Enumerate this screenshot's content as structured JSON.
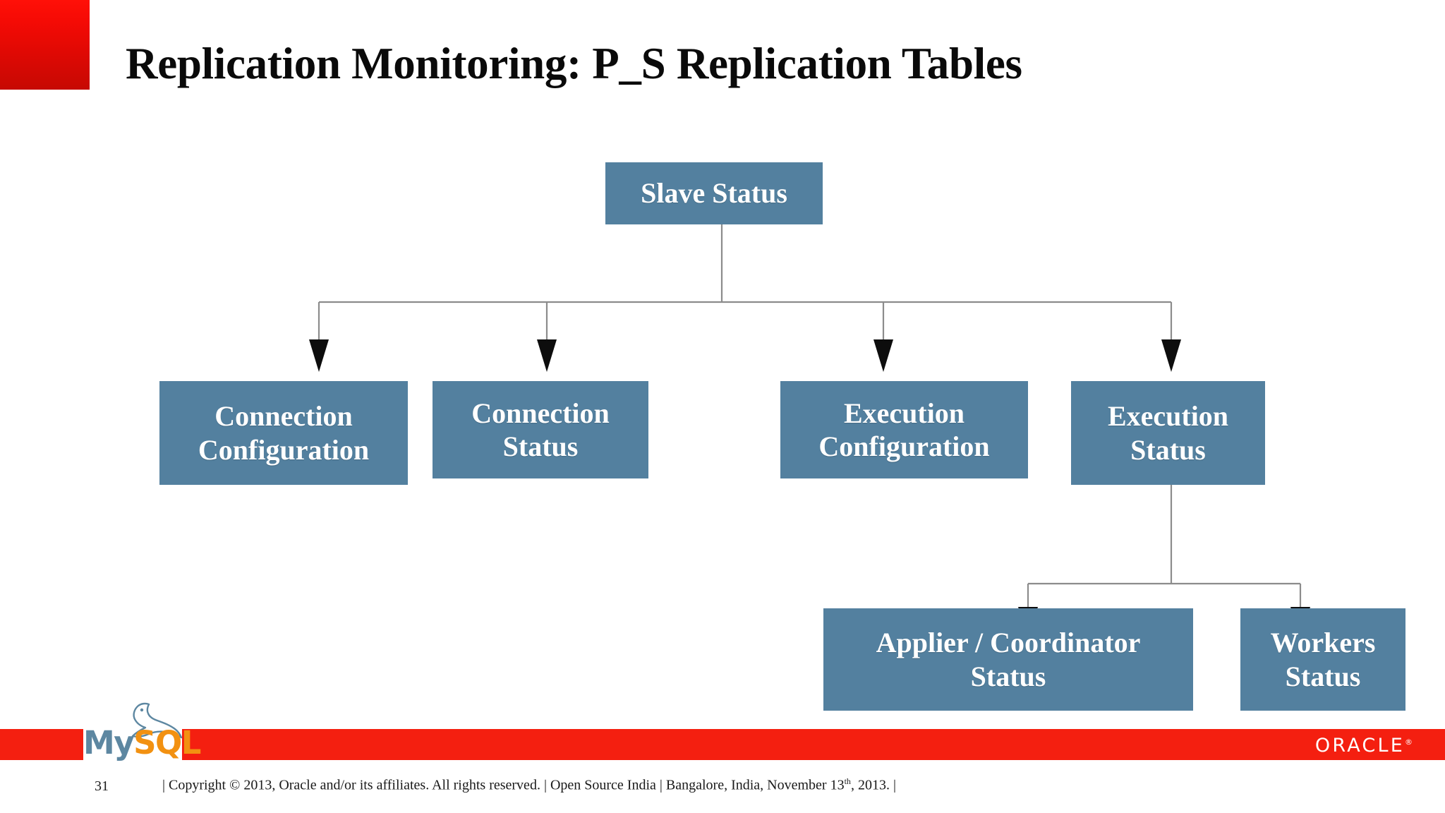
{
  "slide": {
    "title": "Replication Monitoring: P_S Replication Tables",
    "page_number": "31",
    "accent_red": "#f41f10",
    "node_blue": "#53809f",
    "connector_gray": "#808080",
    "background": "#ffffff"
  },
  "diagram": {
    "root": {
      "label": "Slave Status"
    },
    "level2": [
      {
        "label": "Connection\nConfiguration"
      },
      {
        "label": "Connection\nStatus"
      },
      {
        "label": "Execution\nConfiguration"
      },
      {
        "label": "Execution\nStatus"
      }
    ],
    "level3": [
      {
        "label": "Applier / Coordinator\nStatus"
      },
      {
        "label": "Workers\nStatus"
      }
    ]
  },
  "footer": {
    "mysql_logo": {
      "my": "My",
      "sql": "SQL",
      "tm": "™",
      "icon": "dolphin-icon"
    },
    "oracle_logo": {
      "text": "ORACLE",
      "registered": "®"
    },
    "copyright": "| Copyright © 2013, Oracle and/or its affiliates. All rights reserved. | Open Source India | Bangalore, India, November 13",
    "copyright_sup": "th",
    "copyright_tail": ", 2013. |"
  }
}
